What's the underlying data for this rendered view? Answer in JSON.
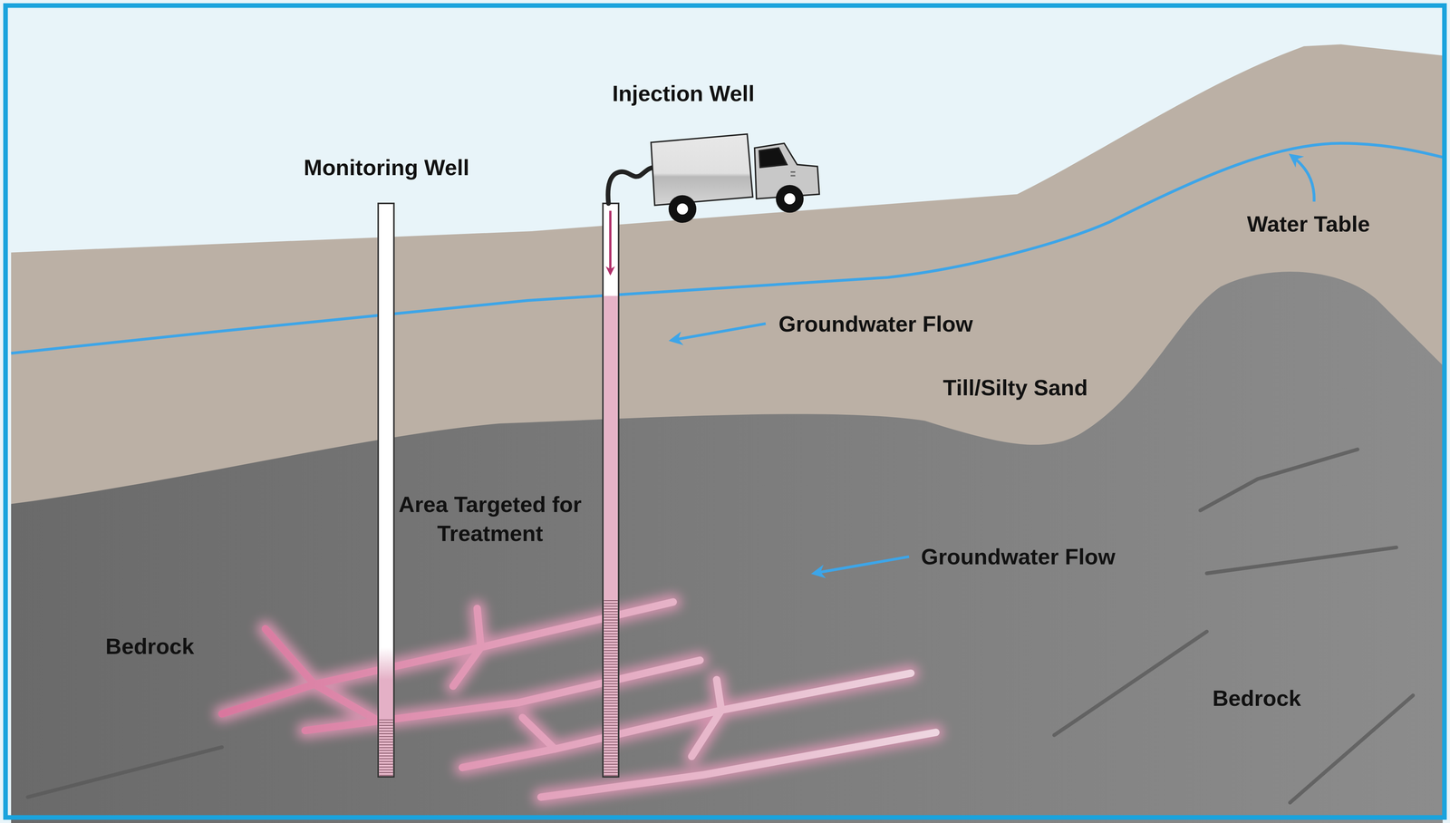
{
  "diagram": {
    "labels": [
      "Injection Well",
      "Monitoring Well",
      "Water Table",
      "Groundwater Flow",
      "Till/Silty Sand",
      "Area Targeted for Treatment",
      "Groundwater Flow",
      "Bedrock",
      "Bedrock"
    ]
  }
}
